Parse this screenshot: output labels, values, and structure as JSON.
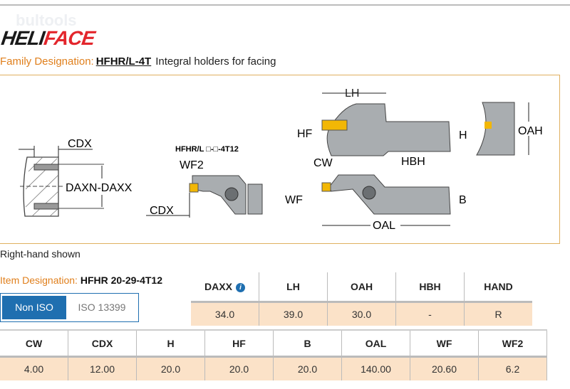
{
  "watermark": "bultools",
  "logo": {
    "part1": "HELI",
    "part2": "FACE"
  },
  "family": {
    "label": "Family Designation:",
    "code": "HFHR/L-4T",
    "description": "Integral holders for facing"
  },
  "diagram": {
    "labels": {
      "cdx": "CDX",
      "daxn_daxx": "DAXN-DAXX",
      "insert_code": "HFHR/L □-□-4T12",
      "wf2": "WF2",
      "lh": "LH",
      "hf": "HF",
      "h": "H",
      "hbh": "HBH",
      "cw": "CW",
      "wf": "WF",
      "b": "B",
      "oal": "OAL",
      "oah": "OAH"
    }
  },
  "note": "Right-hand shown",
  "item": {
    "label": "Item Designation:",
    "code": "HFHR 20-29-4T12"
  },
  "toggle": {
    "options": [
      "Non ISO",
      "ISO 13399"
    ],
    "selected": "Non ISO"
  },
  "table1": {
    "headers": [
      "DAXX",
      "LH",
      "OAH",
      "HBH",
      "HAND"
    ],
    "values": [
      "34.0",
      "39.0",
      "30.0",
      "-",
      "R"
    ]
  },
  "table2": {
    "headers": [
      "CW",
      "CDX",
      "H",
      "HF",
      "B",
      "OAL",
      "WF",
      "WF2"
    ],
    "values": [
      "4.00",
      "12.00",
      "20.0",
      "20.0",
      "20.0",
      "140.00",
      "20.60",
      "6.2"
    ]
  },
  "colors": {
    "accent": "#e07f1c",
    "blue": "#1f6fb0",
    "cell": "#fbe2c8",
    "insert": "#f2b705",
    "body": "#a9adb0"
  }
}
